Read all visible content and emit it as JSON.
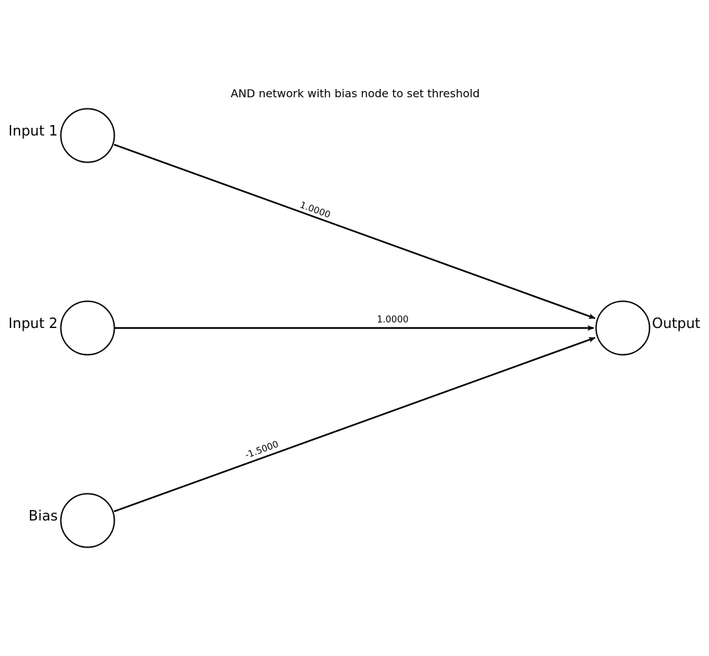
{
  "diagram": {
    "title": "AND network with bias node to set threshold",
    "nodes": {
      "input1": {
        "label": "Input 1"
      },
      "input2": {
        "label": "Input 2"
      },
      "bias": {
        "label": "Bias"
      },
      "output": {
        "label": "Output"
      }
    },
    "edges": [
      {
        "from": "input1",
        "to": "output",
        "weight": "1.0000"
      },
      {
        "from": "input2",
        "to": "output",
        "weight": "1.0000"
      },
      {
        "from": "bias",
        "to": "output",
        "weight": "-1.5000"
      }
    ]
  }
}
